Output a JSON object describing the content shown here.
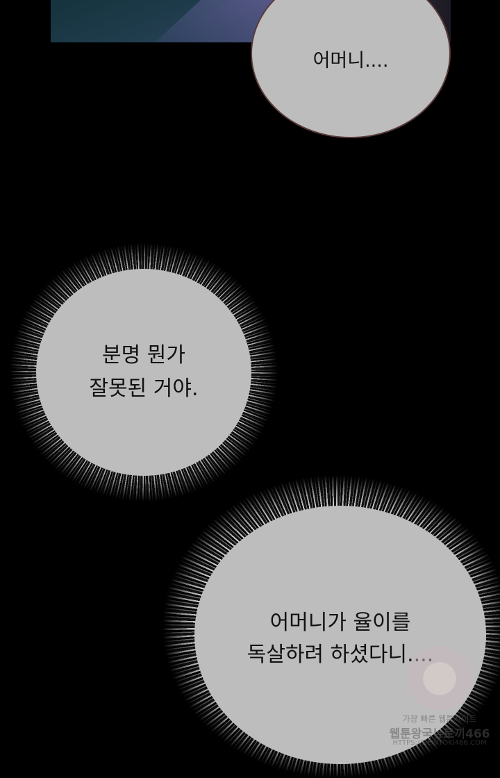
{
  "bubbles": [
    {
      "lines": [
        "어머니...."
      ]
    },
    {
      "lines": [
        "분명 뭔가",
        "잘못된 거야."
      ]
    },
    {
      "lines": [
        "어머니가 율이를",
        "독살하려 하셨다니...."
      ]
    }
  ],
  "watermark": {
    "line1": "가장 빠른 웹툰사이트",
    "line2": "웹툰왕국뉴토끼466",
    "line3": "HTTPS://NEWTOKI466.COM"
  }
}
